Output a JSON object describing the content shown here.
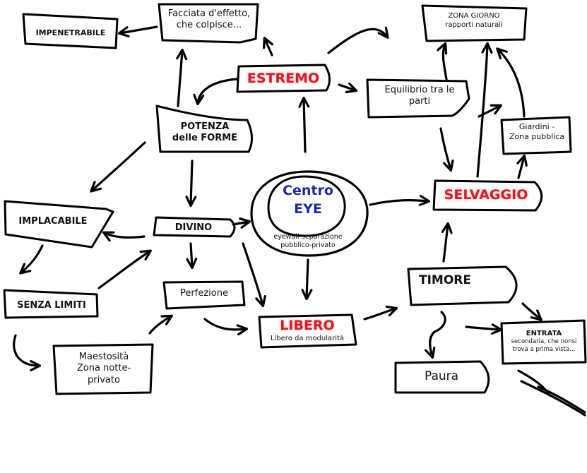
{
  "diagram": {
    "center": {
      "title_line1": "Centro",
      "title_line2": "EYE",
      "caption_line1": "eyewall-separazione",
      "caption_line2": "pubblico-privato"
    },
    "estremo": "ESTREMO",
    "selvaggio": "SELVAGGIO",
    "libero": {
      "title": "LIBERO",
      "caption": "Libero da modularità"
    },
    "impenetrabile": "IMPENETRABILE",
    "facciata": {
      "line1": "Facciata d'effetto,",
      "line2": "che colpisce..."
    },
    "potenza": {
      "line1": "POTENZA",
      "line2": "delle FORME"
    },
    "equilibrio": {
      "line1": "Equilibrio tra le",
      "line2": "parti"
    },
    "zona_giorno": {
      "line1": "ZONA GIORNO",
      "line2": "rapporti naturali"
    },
    "giardini": {
      "line1": "Giardini -",
      "line2": "Zona pubblica"
    },
    "implacabile": "IMPLACABILE",
    "divino": "DIVINO",
    "senza_limiti": "SENZA LIMITI",
    "perfezione": "Perfezione",
    "maestosita": {
      "line1": "Maestosità",
      "line2": "Zona notte-",
      "line3": "privato"
    },
    "timore": "TIMORE",
    "paura": "Paura",
    "entrata": {
      "line1": "ENTRATA",
      "line2": "secondaria, che nonsi",
      "line3": "trova a prima vista..."
    }
  }
}
